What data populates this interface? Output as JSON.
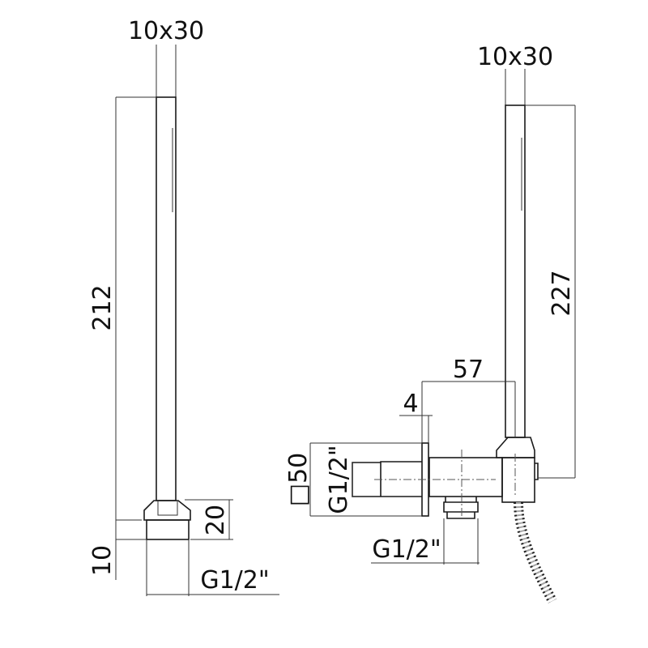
{
  "left_view": {
    "top_section": "10x30",
    "length": "212",
    "nut_height": "20",
    "thread_height": "10",
    "thread": "G1/2\""
  },
  "right_view": {
    "top_section": "10x30",
    "length": "227",
    "offset": "57",
    "flange_thickness": "4",
    "plate_size": "□50",
    "wall_thread": "G1/2\"",
    "outlet_thread": "G1/2\""
  }
}
